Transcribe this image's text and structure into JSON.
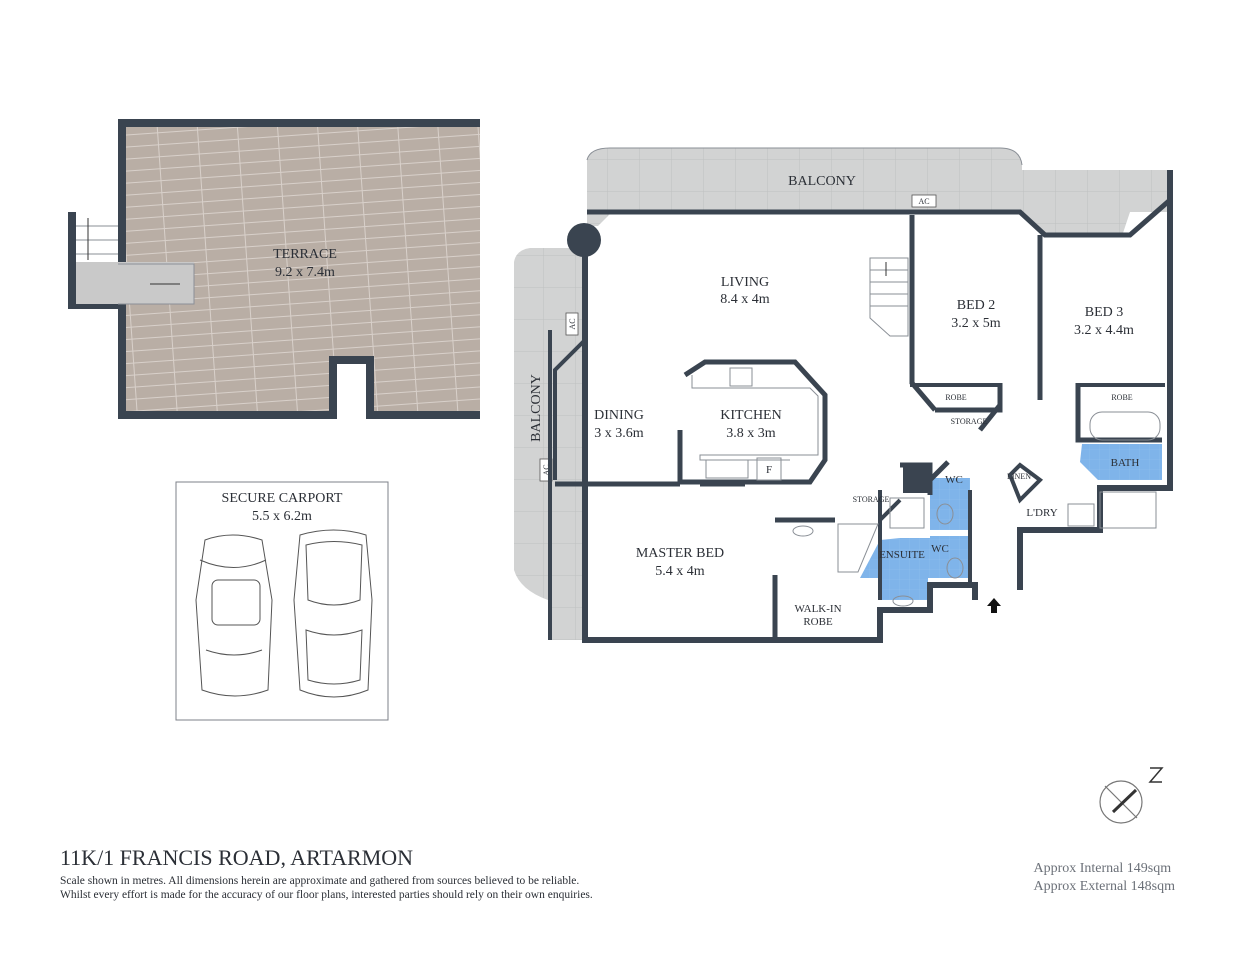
{
  "property": {
    "title": "11K/1 FRANCIS ROAD, ARTARMON",
    "disclaimer_line1": "Scale shown in metres. All dimensions herein are approximate and gathered from sources believed to be  reliable.",
    "disclaimer_line2": "Whilst every effort is made for the accuracy of our floor plans, interested parties should rely on their own enquiries.",
    "internal_area": "Approx Internal 149sqm",
    "external_area": "Approx External 148sqm"
  },
  "rooms": {
    "terrace": {
      "name": "TERRACE",
      "size": "9.2 x 7.4m"
    },
    "carport": {
      "name": "SECURE CARPORT",
      "size": "5.5 x 6.2m"
    },
    "balcony_top": {
      "name": "BALCONY"
    },
    "balcony_side": {
      "name": "BALCONY"
    },
    "living": {
      "name": "LIVING",
      "size": "8.4 x 4m"
    },
    "bed2": {
      "name": "BED 2",
      "size": "3.2 x 5m"
    },
    "bed3": {
      "name": "BED 3",
      "size": "3.2 x 4.4m"
    },
    "dining": {
      "name": "DINING",
      "size": "3 x 3.6m"
    },
    "kitchen": {
      "name": "KITCHEN",
      "size": "3.8 x 3m"
    },
    "master": {
      "name": "MASTER BED",
      "size": "5.4 x 4m"
    },
    "walkin": {
      "line1": "WALK-IN",
      "line2": "ROBE"
    },
    "ensuite": {
      "name": "ENSUITE"
    },
    "wc1": {
      "name": "WC"
    },
    "wc2": {
      "name": "WC"
    },
    "bath": {
      "name": "BATH"
    },
    "laundry": {
      "name": "L'DRY"
    },
    "linen": {
      "name": "LINEN"
    },
    "robe2": {
      "name": "ROBE"
    },
    "robe3": {
      "name": "ROBE"
    },
    "storage1": {
      "name": "STORAGE"
    },
    "storage2": {
      "name": "STORAGE"
    },
    "fridge": {
      "name": "F"
    },
    "ac1": {
      "name": "AC"
    },
    "ac2": {
      "name": "AC"
    },
    "ac3": {
      "name": "AC"
    }
  },
  "colors": {
    "wall": "#3a4450",
    "balcony": "#d2d3d3",
    "terrace": "#b9aea5",
    "wet_area": "#7fb4ea"
  },
  "icons": {
    "compass": "north-arrow-icon",
    "entry": "entry-arrow-icon"
  }
}
